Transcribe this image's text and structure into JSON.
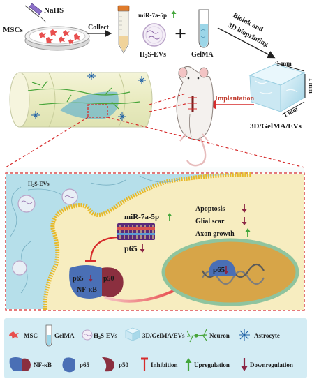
{
  "top": {
    "nahs": "NaHS",
    "mscs": "MSCs",
    "collect": "Collect",
    "mir_label": "miR-7a-5p",
    "h2s_evs_prefix": "H",
    "h2s_evs_sub": "2",
    "h2s_evs_suffix": "S-EVs",
    "plus": "+",
    "gelma": "GelMA",
    "bioink_line1": "Bioink and",
    "bioink_line2": "3D bioprinting",
    "dim_1mm": "1 mm",
    "construct_label": "3D/GelMA/EVs",
    "implantation": "Implantation"
  },
  "mechanism": {
    "h2s_evs_prefix": "H",
    "h2s_evs_sub": "2",
    "h2s_evs_suffix": "S-EVs",
    "apoptosis": "Apoptosis",
    "glial_scar": "Glial scar",
    "axon_growth": "Axon growth",
    "mir_label": "miR-7a-5p",
    "p65_down": "p65",
    "p65": "p65",
    "p50": "p50",
    "nfkb": "NF-κB",
    "p65_nucleus": "p65"
  },
  "legend": {
    "msc": "MSC",
    "gelma": "GelMA",
    "h2s_evs_prefix": "H",
    "h2s_evs_sub": "2",
    "h2s_evs_suffix": "S-EVs",
    "construct": "3D/GelMA/EVs",
    "neuron": "Neuron",
    "astrocyte": "Astrocyte",
    "nfkb": "NF-κB",
    "p65": "p65",
    "p50": "p50",
    "inhibition": "Inhibition",
    "upregulation": "Upregulation",
    "downregulation": "Downregulation"
  },
  "colors": {
    "accent_red": "#d62b2b",
    "up_green": "#43a63b",
    "down_maroon": "#8b2544",
    "legend_bg": "#d3ecf4",
    "cytoplasm": "#f7edc0",
    "nucleus": "#d7a548"
  }
}
